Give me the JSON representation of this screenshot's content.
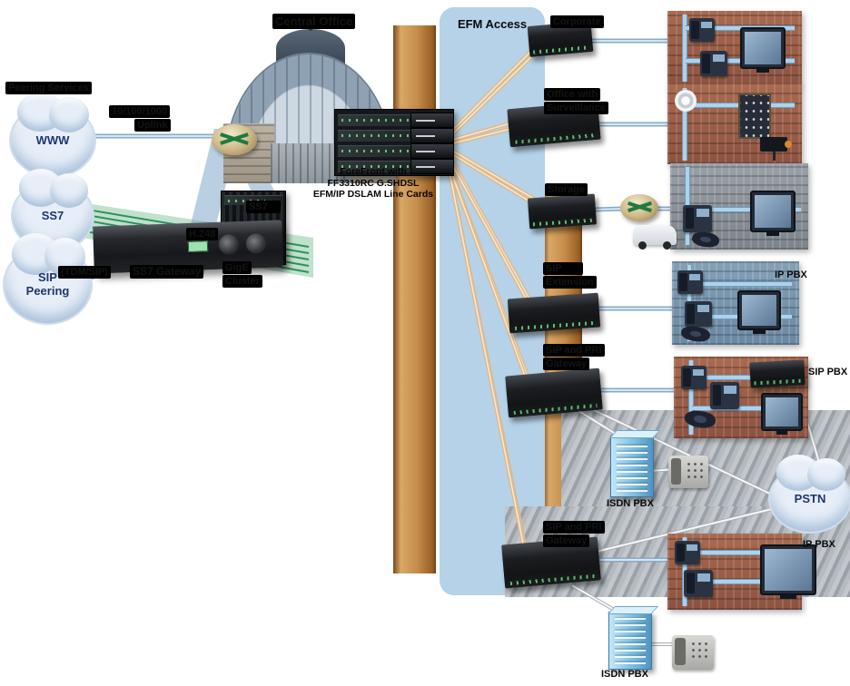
{
  "labels": {
    "services": "Peering Services",
    "central_office": "Central Office",
    "efm_access": "EFM Access",
    "uplink1": "10/100/1000",
    "uplink2": "Uplink",
    "forefront1": "ForeFront with",
    "forefront2": "FF3310RC G.SHDSL",
    "forefront3": "EFM/IP DSLAM Line Cards",
    "h_proto": "H.248",
    "ss7_links": "SS7",
    "ss7_gateway": "SS7 Gateway",
    "trunk": "(TDM/SIP)",
    "cluster1": "GigE",
    "cluster2": "Cluster"
  },
  "clouds": {
    "www": "WWW",
    "ss7": "SS7",
    "sip1": "SIP",
    "sip2": "Peering",
    "pstn": "PSTN"
  },
  "cpe": [
    {
      "label1": "Corporate",
      "label2": ""
    },
    {
      "label1": "Office with",
      "label2": "Surveillance"
    },
    {
      "label1": "Storage",
      "label2": ""
    },
    {
      "label1": "SIP",
      "label2": "Extension"
    },
    {
      "label1": "SIP and PRI",
      "label2": "Gateway"
    },
    {
      "label1": "SIP and PRI",
      "label2": "Gateway"
    }
  ],
  "pbx": {
    "ip_pbx_top": "IP PBX",
    "sip_pbx": "SIP PBX",
    "ip_pbx_bottom": "IP PBX",
    "isdn_top": "ISDN PBX",
    "isdn_bottom": "ISDN PBX"
  },
  "colors": {
    "efm_band": "#b5d2e8",
    "tan_strip": "#c68e4c",
    "fan_line": "#dcb98c",
    "blue_line": "#86abc9",
    "green_band": "#8cc8a0",
    "cloud_text": "#1e3570"
  }
}
